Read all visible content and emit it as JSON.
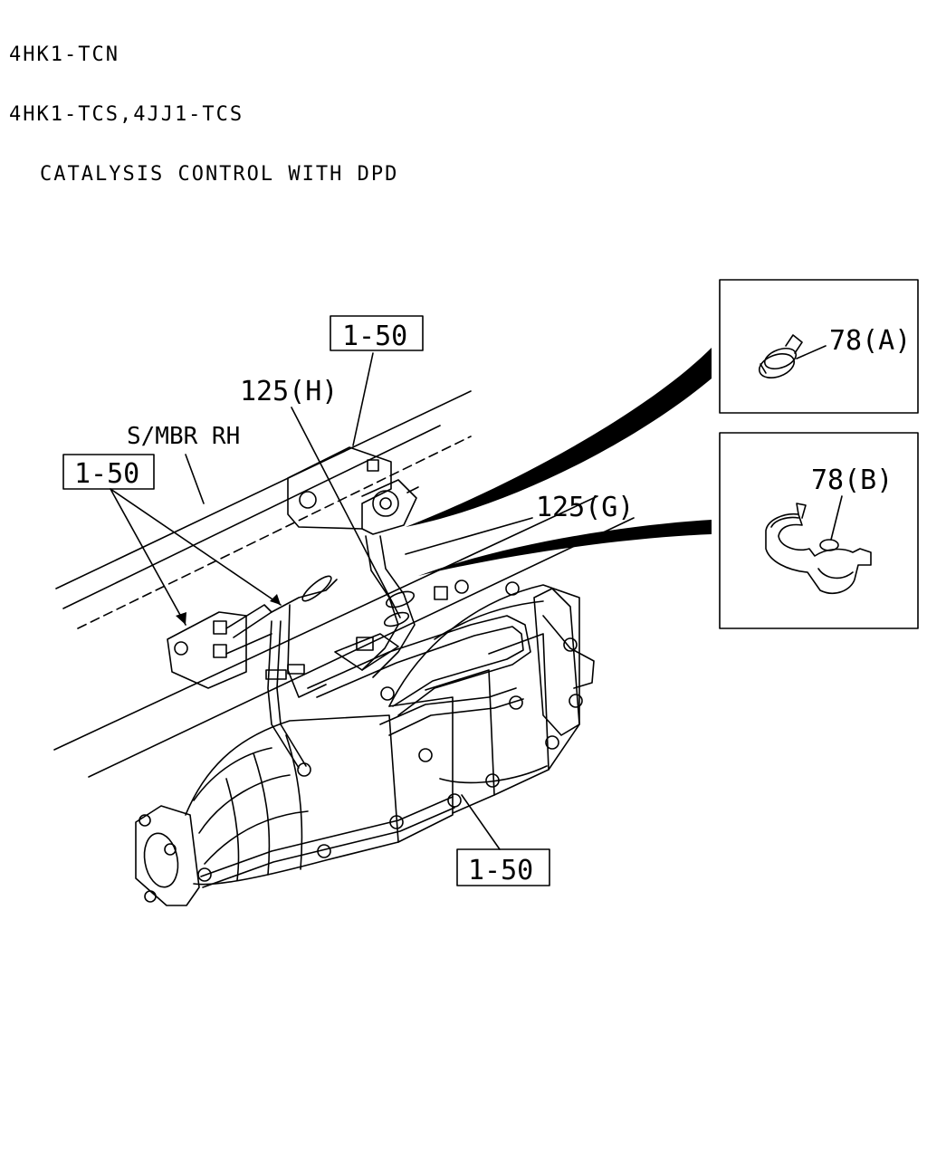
{
  "header": {
    "line1": "4HK1-TCN",
    "line2": "4HK1-TCS,4JJ1-TCS",
    "line3": "CATALYSIS CONTROL WITH DPD"
  },
  "callouts": {
    "ref_top": "1-50",
    "ref_left": "1-50",
    "ref_bottom": "1-50",
    "part_125h": "125(H)",
    "part_125g": "125(G)",
    "frame_label": "S/MBR RH"
  },
  "details": {
    "a_label": "78(A)",
    "b_label": "78(B)"
  }
}
